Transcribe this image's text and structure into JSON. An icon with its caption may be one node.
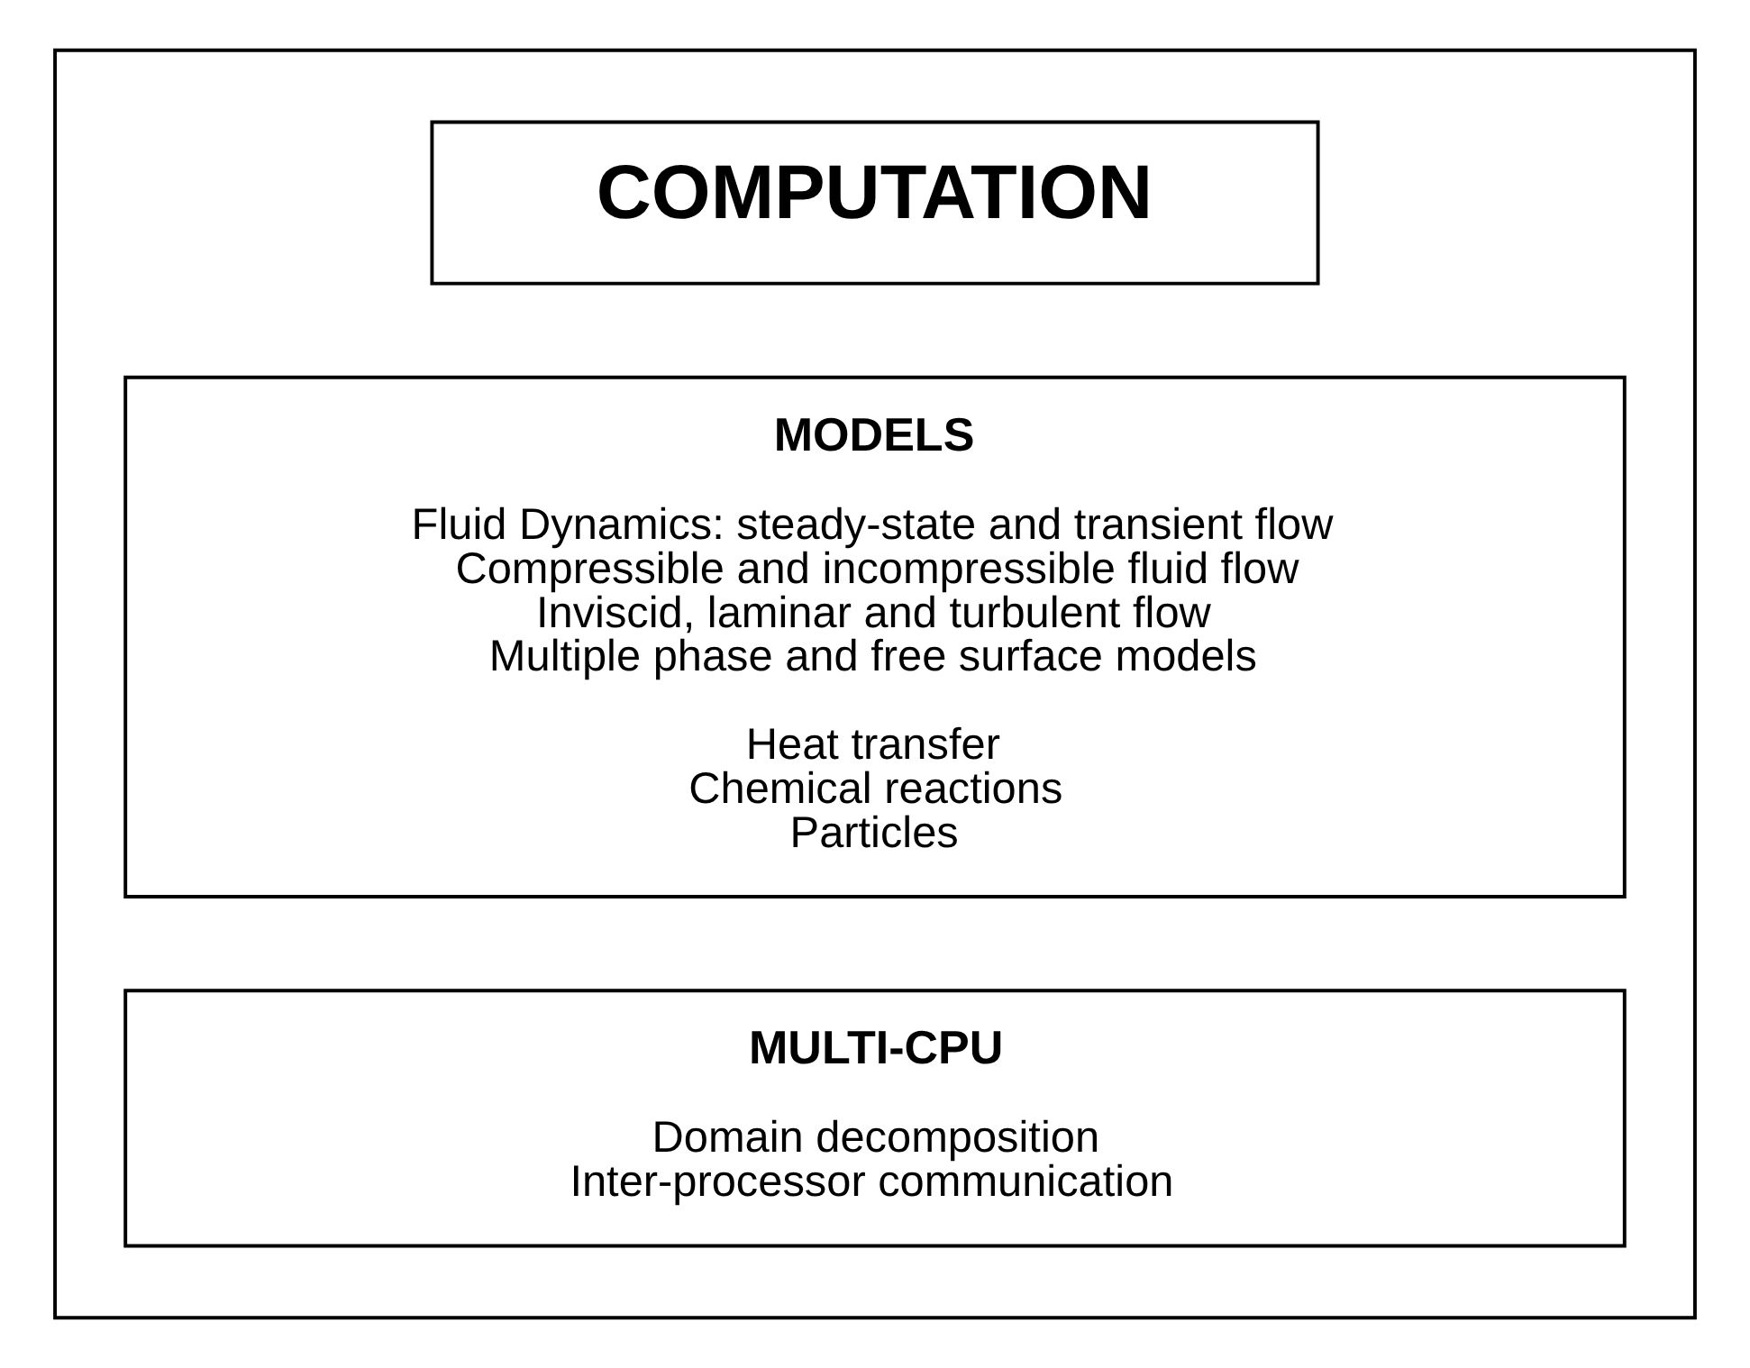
{
  "diagram": {
    "nodes": [
      {
        "text": [],
        "shape": "box"
      },
      {
        "text": [
          "COMPUTATION"
        ],
        "in": 0
      },
      {
        "text": [
          "MODELS",
          "Fluid Dynamics: steady-state and transient flow",
          "Compressible and incompressible fluid flow",
          "Inviscid, laminar and turbulent flow",
          "Multiple phase and free surface models",
          "Heat transfer",
          "Chemical reactions",
          "Particles"
        ],
        "in": 0
      },
      {
        "text": [
          "MULTI-CPU",
          "Domain decomposition",
          "Inter-processor communication"
        ],
        "in": 0
      }
    ],
    "edges": []
  }
}
